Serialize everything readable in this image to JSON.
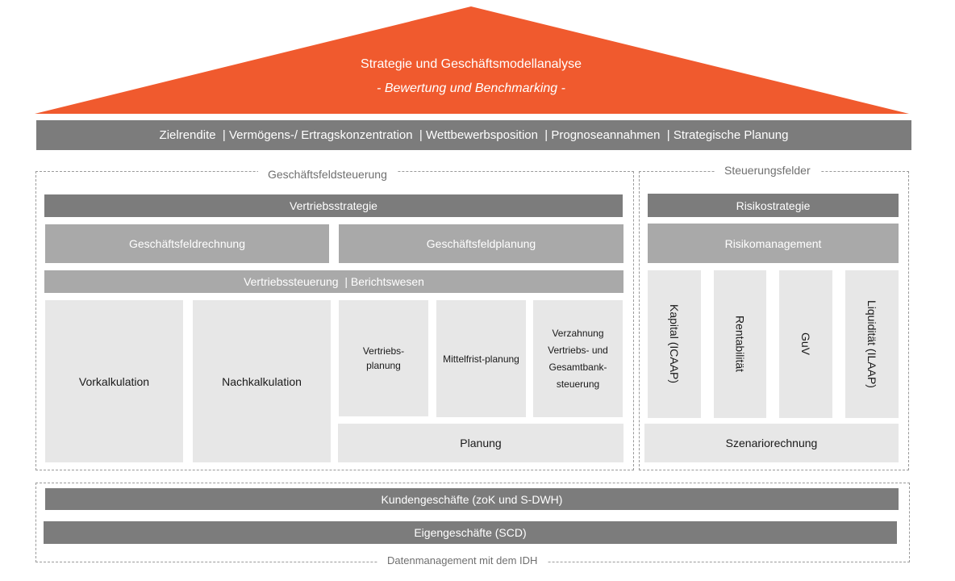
{
  "roof": {
    "title": "Strategie und Geschäftsmodellanalyse",
    "subtitle": "- Bewertung und Benchmarking -",
    "color": "#f05a2e"
  },
  "topbar": {
    "text": "Zielrendite  | Vermögens-/ Ertragskonzentration  | Wettbewerbsposition  | Prognoseannahmen  | Strategische Planung"
  },
  "geschaeftsfeld": {
    "legend": "Geschäftsfeldsteuerung",
    "vertriebsstrategie": "Vertriebsstrategie",
    "geschaeftsfeldrechnung": "Geschäftsfeldrechnung",
    "geschaeftsfeldplanung": "Geschäftsfeldplanung",
    "vertriebssteuerung": "Vertriebssteuerung  | Berichtswesen",
    "vorkalkulation": "Vorkalkulation",
    "nachkalkulation": "Nachkalkulation",
    "vertriebsplanung": "Vertriebs-\nplanung",
    "mittelfrist": "Mittelfrist-planung",
    "verzahnung": "Verzahnung\nVertriebs- und\nGesamtbank-\nsteuerung",
    "planung": "Planung"
  },
  "steuerungsfelder": {
    "legend": "Steuerungsfelder",
    "risikostrategie": "Risikostrategie",
    "risikomanagement": "Risikomanagement",
    "kapital": "Kapital (ICAAP)",
    "rentabilitaet": "Rentabilität",
    "guv": "GuV",
    "liquiditaet": "Liquidität (ILAAP)",
    "szenario": "Szenariorechnung"
  },
  "daten": {
    "legend": "Datenmanagement mit dem IDH",
    "kunden": "Kundengeschäfte (zoK und S-DWH)",
    "eigen": "Eigengeschäfte (SCD)"
  }
}
